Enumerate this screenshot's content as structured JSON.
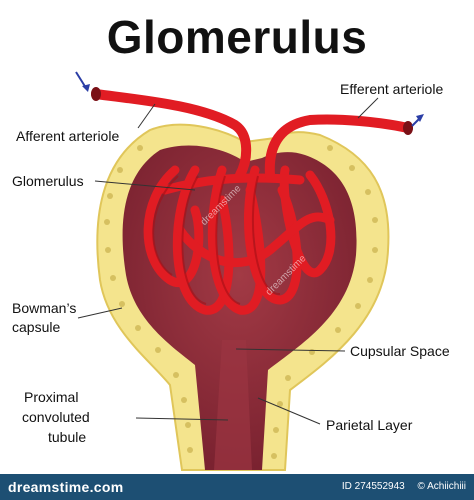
{
  "title": "Glomerulus",
  "labels": {
    "efferent_arteriole": "Efferent  arteriole",
    "afferent_arteriole": "Afferent arteriole",
    "glomerulus": "Glomerulus",
    "bowmans_capsule_1": "Bowman’s",
    "bowmans_capsule_2": "capsule",
    "cupsular_space": "Cupsular Space",
    "proximal_1": "Proximal",
    "proximal_2": "convoluted",
    "proximal_3": "tubule",
    "parietal_layer": "Parietal Layer"
  },
  "watermark": {
    "text": "dreamstime"
  },
  "footer": {
    "site": "dreamstime.com",
    "id": "ID 274552943",
    "author": "© Achiichiii"
  },
  "colors": {
    "capsule": "#f4e48d",
    "capsule_edge": "#e0c65a",
    "cell_dot": "#d6c060",
    "space": "#8c2a35",
    "vessel": "#e11c23",
    "vessel_dark": "#a50f16",
    "arrow": "#2b3ea6",
    "footer_bg": "#1d4f73"
  }
}
